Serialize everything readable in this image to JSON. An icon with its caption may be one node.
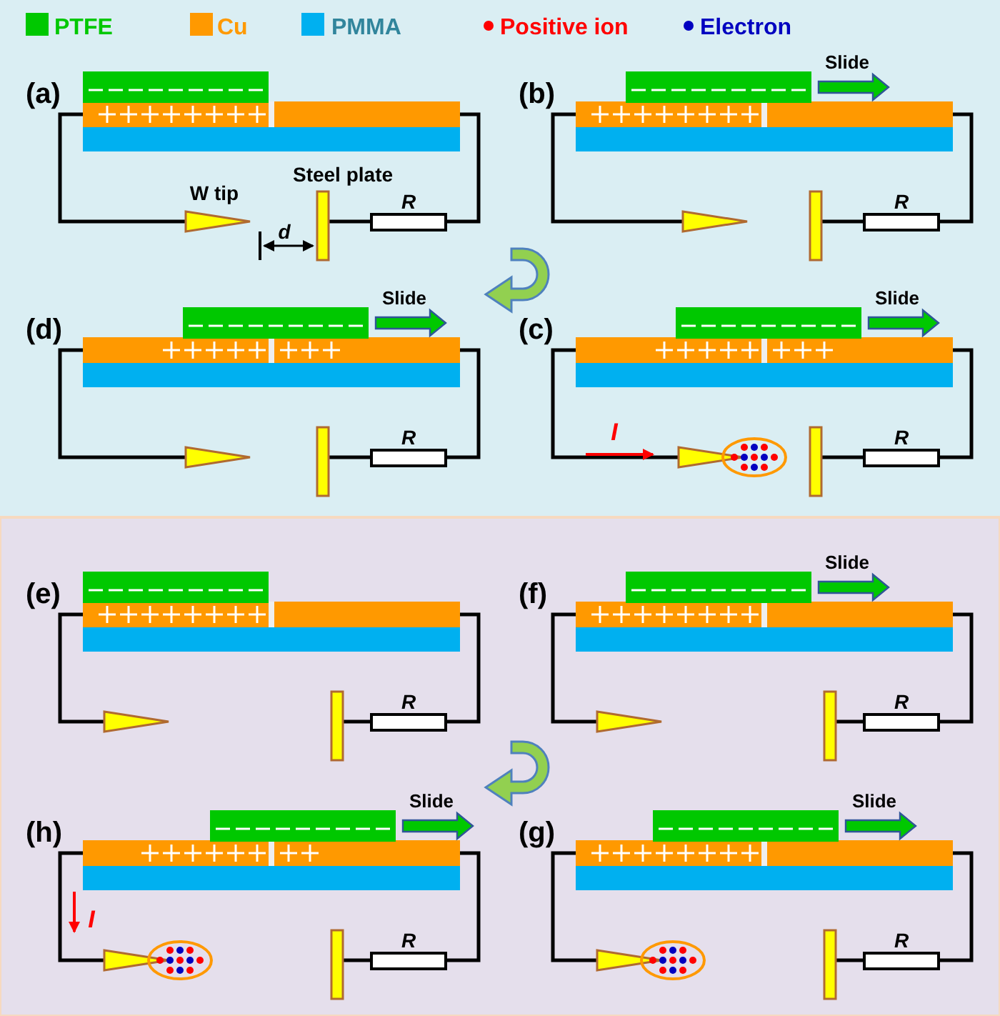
{
  "diagram": {
    "labels": [
      "(a)",
      "W tip",
      "Steel plate",
      "d",
      "R",
      "(b)",
      "Slide",
      "R",
      "(d)",
      "Slide",
      "R",
      "(c)",
      "Slide",
      "I",
      "R",
      "(e)",
      "R",
      "(f)",
      "Slide",
      "R",
      "(h)",
      "Slide",
      "I",
      "R",
      "(g)",
      "Slide",
      "R"
    ],
    "legend": [
      {
        "text": "PTFE",
        "color": "#00c800"
      },
      {
        "text": "Cu",
        "color": "#ff9900"
      },
      {
        "text": "PMMA",
        "color": "#00b0f0"
      },
      {
        "text": "Positive ion",
        "color": "#ff0000"
      },
      {
        "text": "Electron",
        "color": "#0000c0"
      }
    ]
  }
}
